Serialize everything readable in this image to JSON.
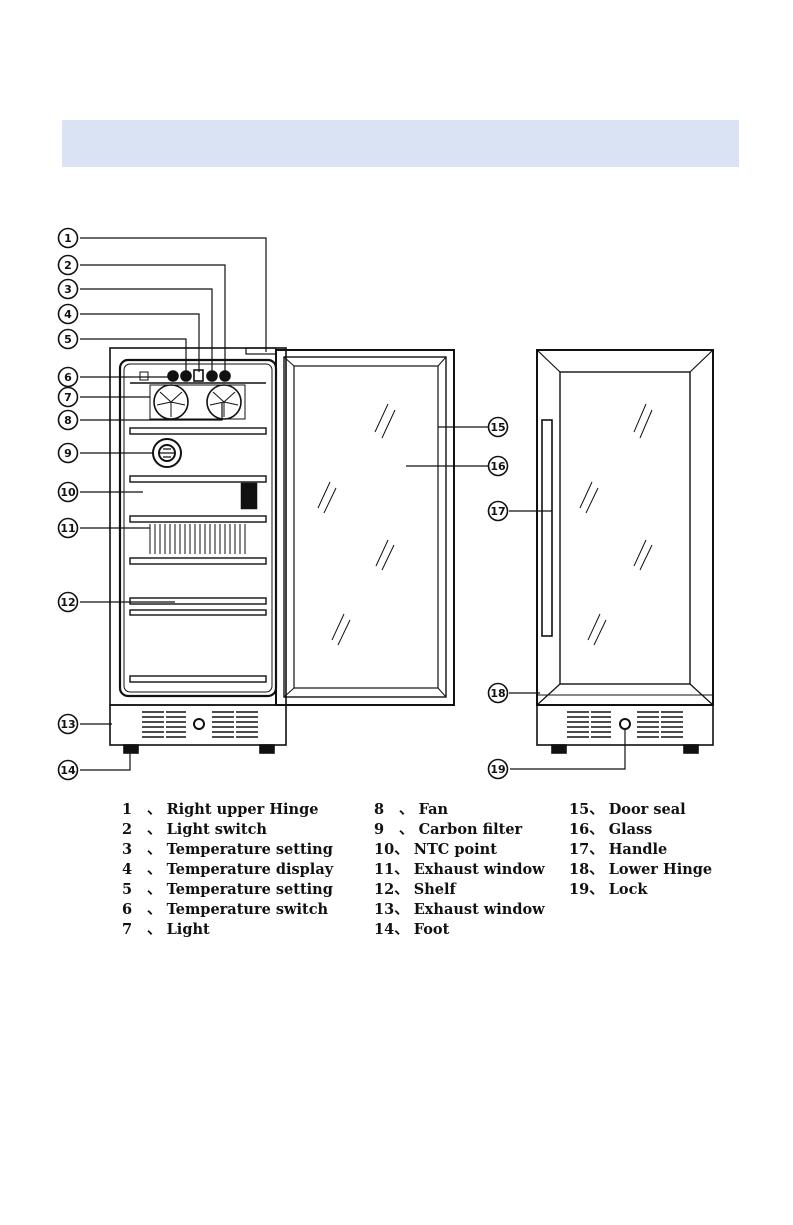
{
  "colors": {
    "banner": "#d9e3f4",
    "ink": "#111111"
  },
  "callouts": [
    "1",
    "2",
    "3",
    "4",
    "5",
    "6",
    "7",
    "8",
    "9",
    "10",
    "11",
    "12",
    "13",
    "14",
    "15",
    "16",
    "17",
    "18",
    "19"
  ],
  "legend": {
    "col1": [
      {
        "num": "1",
        "sep": " 、",
        "label": "Right upper Hinge"
      },
      {
        "num": "2",
        "sep": " 、",
        "label": "Light switch"
      },
      {
        "num": "3",
        "sep": " 、",
        "label": "Temperature setting"
      },
      {
        "num": "4",
        "sep": " 、",
        "label": "Temperature display"
      },
      {
        "num": "5",
        "sep": " 、",
        "label": "Temperature setting"
      },
      {
        "num": "6",
        "sep": " 、",
        "label": "Temperature switch"
      },
      {
        "num": "7",
        "sep": " 、",
        "label": "Light"
      }
    ],
    "col2": [
      {
        "num": "8",
        "sep": " 、",
        "label": "Fan"
      },
      {
        "num": "9",
        "sep": " 、",
        "label": "Carbon filter"
      },
      {
        "num": "10",
        "sep": "、",
        "label": "NTC point"
      },
      {
        "num": "11",
        "sep": "、",
        "label": "Exhaust window"
      },
      {
        "num": "12",
        "sep": "、",
        "label": "Shelf"
      },
      {
        "num": "13",
        "sep": "、",
        "label": "Exhaust window"
      },
      {
        "num": "14",
        "sep": "、",
        "label": "Foot"
      }
    ],
    "col3": [
      {
        "num": "15",
        "sep": "、",
        "label": "Door seal"
      },
      {
        "num": "16",
        "sep": "、",
        "label": "Glass"
      },
      {
        "num": "17",
        "sep": "、",
        "label": "Handle"
      },
      {
        "num": "18",
        "sep": "、",
        "label": "Lower Hinge"
      },
      {
        "num": "19",
        "sep": "、",
        "label": "Lock"
      }
    ]
  }
}
